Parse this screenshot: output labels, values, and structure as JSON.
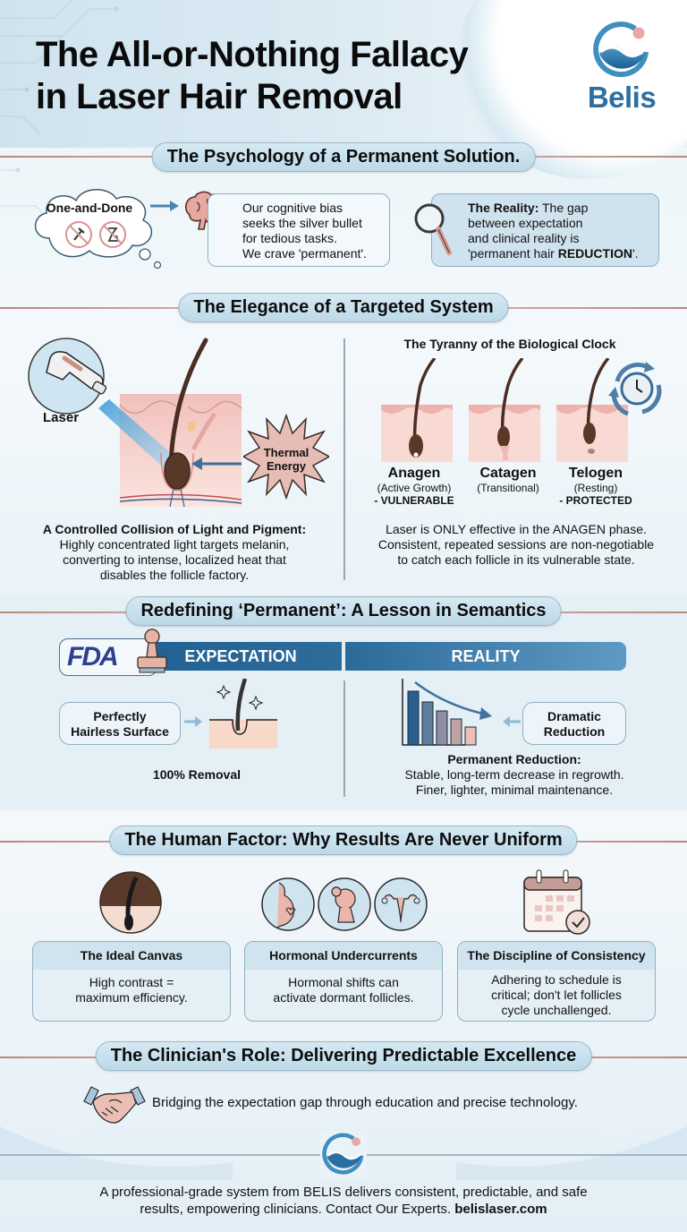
{
  "header": {
    "title_line1": "The All-or-Nothing Fallacy",
    "title_line2": "in Laser Hair Removal",
    "logo_text": "Belis"
  },
  "colors": {
    "brand_blue": "#2d6f9e",
    "accent_pink": "#e8a7a4",
    "pill_bg": "#c7e0ec",
    "bar_dark": "#1f5f92"
  },
  "section1": {
    "title": "The Psychology of a Permanent Solution.",
    "cloud_label": "One-and-Done",
    "cloud_icons": [
      "no-razor-icon",
      "no-wax-icon"
    ],
    "bias_text": [
      "Our cognitive bias",
      "seeks the silver bullet",
      "for tedious tasks.",
      "We crave 'permanent'."
    ],
    "reality_label": "The Reality:",
    "reality_text_1": " The gap",
    "reality_text_2": "between expectation",
    "reality_text_3": "and clinical reality is",
    "reality_text_4": "'permanent hair ",
    "reality_emph": "REDUCTION",
    "reality_end": "'."
  },
  "section2": {
    "title": "The Elegance of a Targeted System",
    "laser_label": "Laser",
    "thermal_label_1": "Thermal",
    "thermal_label_2": "Energy",
    "left_caption_title": "A Controlled Collision of Light and Pigment:",
    "left_caption_lines": [
      "Highly concentrated light targets melanin,",
      "converting to intense, localized heat that",
      "disables the follicle factory."
    ],
    "clock_title": "The Tyranny of the Biological Clock",
    "phases": [
      {
        "name": "Anagen",
        "desc": "(Active Growth)",
        "status": "- VULNERABLE"
      },
      {
        "name": "Catagen",
        "desc": "(Transitional)",
        "status": ""
      },
      {
        "name": "Telogen",
        "desc": "(Resting)",
        "status": "- PROTECTED"
      }
    ],
    "right_caption_lines": [
      "Laser is ONLY effective in the ANAGEN phase.",
      "Consistent, repeated sessions are non-negotiable",
      "to catch each follicle in its vulnerable state."
    ]
  },
  "section3": {
    "title": "Redefining ‘Permanent’: A Lesson in Semantics",
    "fda_label": "FDA",
    "expectation_label": "EXPECTATION",
    "reality_label": "REALITY",
    "expectation_box": [
      "Perfectly",
      "Hairless Surface"
    ],
    "expectation_caption": "100% Removal",
    "reality_box": [
      "Dramatic",
      "Reduction"
    ],
    "reality_caption_title": "Permanent Reduction:",
    "reality_caption_lines": [
      "Stable, long-term decrease in regrowth.",
      "Finer, lighter, minimal maintenance."
    ],
    "mini_chart_bars": [
      100,
      80,
      63,
      48,
      33
    ],
    "mini_chart_colors": [
      "#2a5f8f",
      "#5f7d9e",
      "#8f8ea3",
      "#c0a3a6",
      "#ecbfb4"
    ]
  },
  "section4": {
    "title": "The Human Factor: Why Results Are Never Uniform",
    "cards": [
      {
        "title": "The Ideal Canvas",
        "lines": [
          "High contrast =",
          "maximum efficiency."
        ]
      },
      {
        "title": "Hormonal Undercurrents",
        "lines": [
          "Hormonal shifts can",
          "activate dormant follicles."
        ]
      },
      {
        "title": "The Discipline of Consistency",
        "lines": [
          "Adhering to schedule is",
          "critical; don't let follicles",
          "cycle unchallenged."
        ]
      }
    ]
  },
  "section5": {
    "title": "The Clinician's Role: Delivering Predictable Excellence",
    "text": "Bridging the expectation gap through education and precise technology."
  },
  "footer": {
    "line1": "A professional-grade system from BELIS delivers consistent, predictable, and safe",
    "line2": "results, empowering clinicians. Contact Our Experts. ",
    "link": "belislaser.com"
  }
}
